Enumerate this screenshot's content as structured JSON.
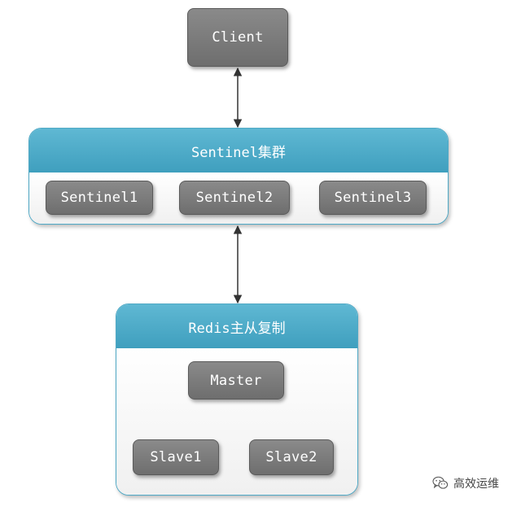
{
  "diagram": {
    "client": {
      "label": "Client"
    },
    "sentinel_cluster": {
      "title": "Sentinel集群",
      "nodes": [
        "Sentinel1",
        "Sentinel2",
        "Sentinel3"
      ]
    },
    "redis_replication": {
      "title": "Redis主从复制",
      "master": "Master",
      "slaves": [
        "Slave1",
        "Slave2"
      ]
    }
  },
  "watermark": {
    "text": "高效运维",
    "icon": "wechat-icon"
  },
  "colors": {
    "node_fill": "#7b7b7b",
    "group_header": "#4aa8c8",
    "group_border": "#4fa9c6",
    "arrow": "#333333"
  }
}
